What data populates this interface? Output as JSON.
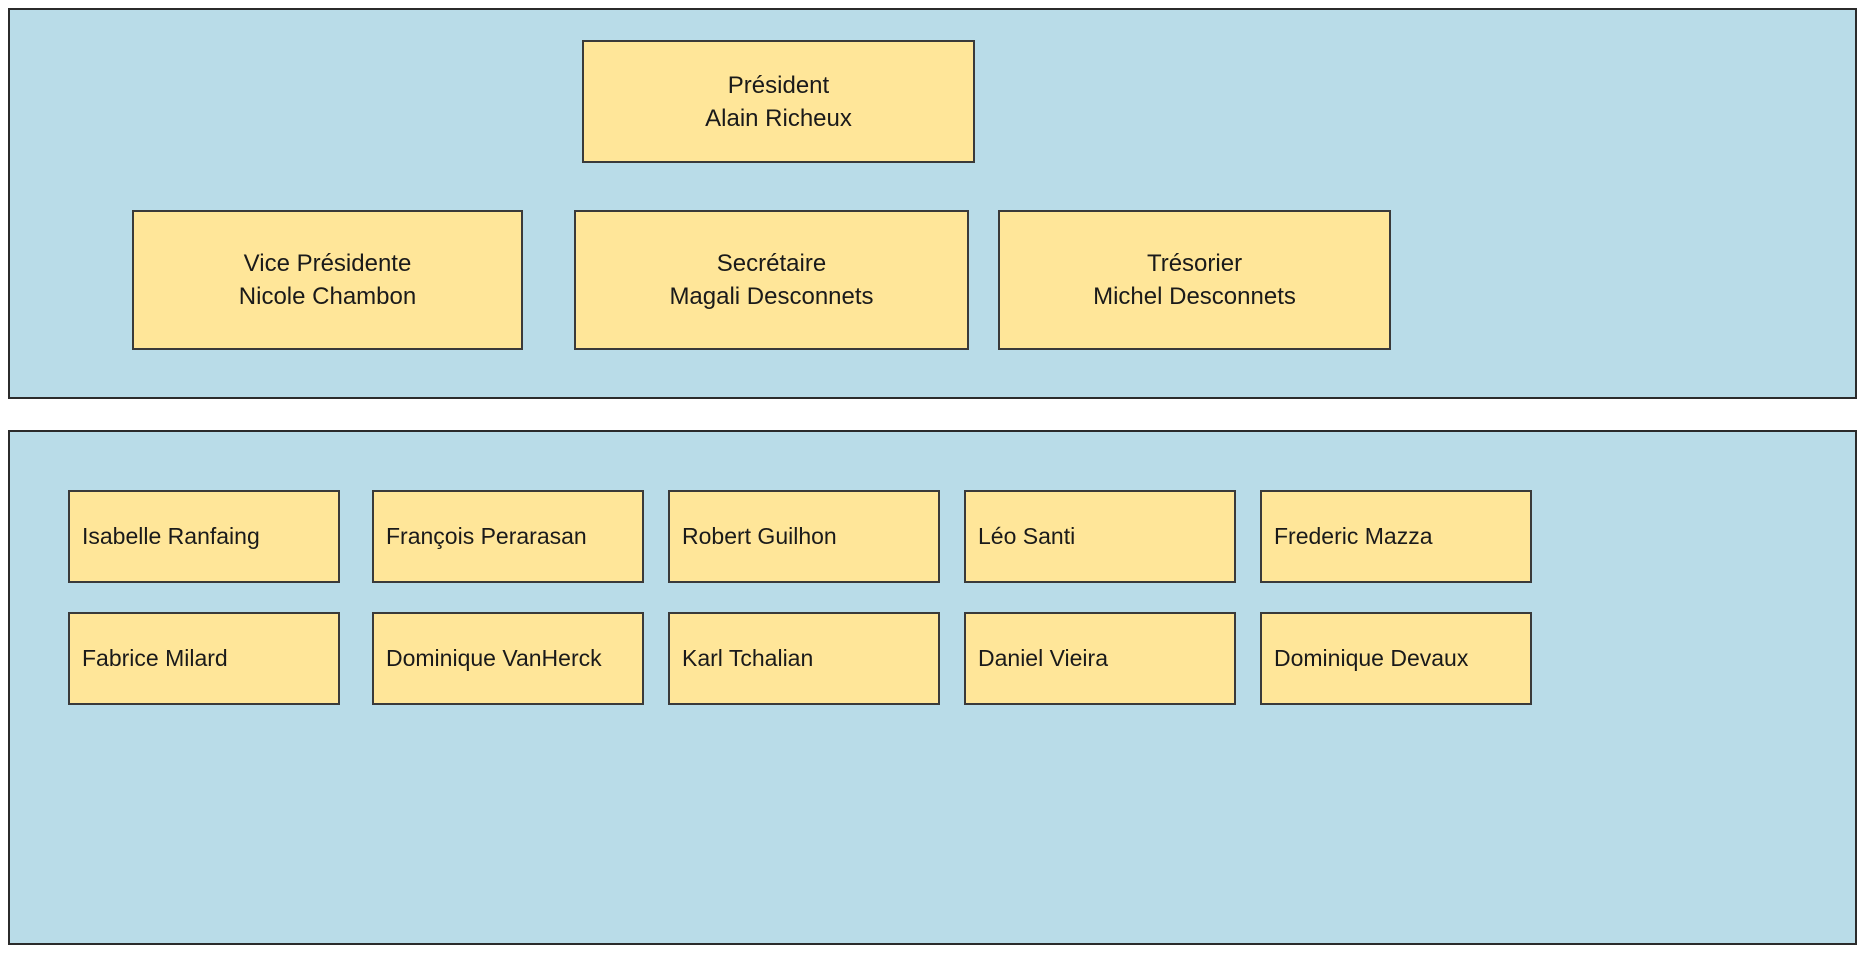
{
  "colors": {
    "panel_bg": "#b9dce8",
    "box_bg": "#ffe699",
    "border": "#2b2b2b"
  },
  "board": {
    "president": {
      "title": "Président",
      "name": "Alain Richeux"
    },
    "officers": [
      {
        "title": "Vice Présidente",
        "name": "Nicole Chambon"
      },
      {
        "title": "Secrétaire",
        "name": "Magali Desconnets"
      },
      {
        "title": "Trésorier",
        "name": "Michel Desconnets"
      }
    ]
  },
  "members": {
    "row1": [
      "Isabelle Ranfaing",
      "François Perarasan",
      "Robert Guilhon",
      "Léo Santi",
      "Frederic Mazza"
    ],
    "row2": [
      "Fabrice Milard",
      "Dominique VanHerck",
      "Karl Tchalian",
      "Daniel Vieira",
      "Dominique Devaux"
    ]
  }
}
